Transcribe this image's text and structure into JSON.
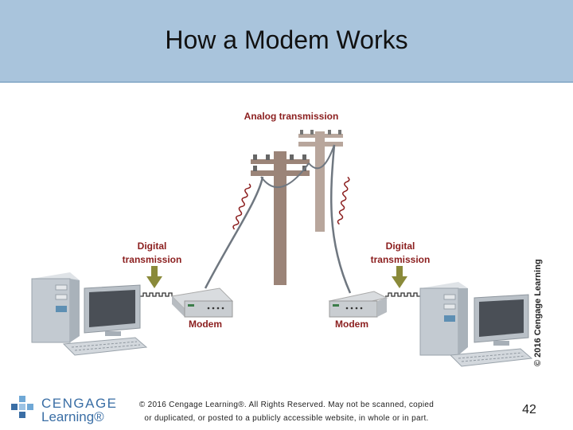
{
  "slide": {
    "title": "How a Modem Works",
    "page_number": "42"
  },
  "diagram": {
    "analog_label": "Analog transmission",
    "digital_label_line1": "Digital",
    "digital_label_line2": "transmission",
    "modem_label": "Modem"
  },
  "footer": {
    "copyright_line1": "© 2016 Cengage Learning®. All Rights Reserved. May not be scanned, copied",
    "copyright_line2": "or duplicated, or posted to a publicly accessible website, in whole or in part.",
    "logo_top": "CENGAGE",
    "logo_bottom": "Learning®",
    "side_credit": "© 2016 Cengage Learning"
  },
  "colors": {
    "header_bg": "#a9c4dc",
    "label_red": "#8b1e1e",
    "pole_brown": "#9b8478",
    "arrow_olive": "#8a8a3a",
    "logo_blue": "#3a6ea5"
  },
  "icons": [
    "cengage-logo-icon",
    "computer-tower-icon",
    "monitor-icon",
    "keyboard-icon",
    "modem-icon",
    "utility-pole-icon",
    "down-arrow-icon",
    "analog-wave-icon",
    "digital-wave-icon"
  ]
}
